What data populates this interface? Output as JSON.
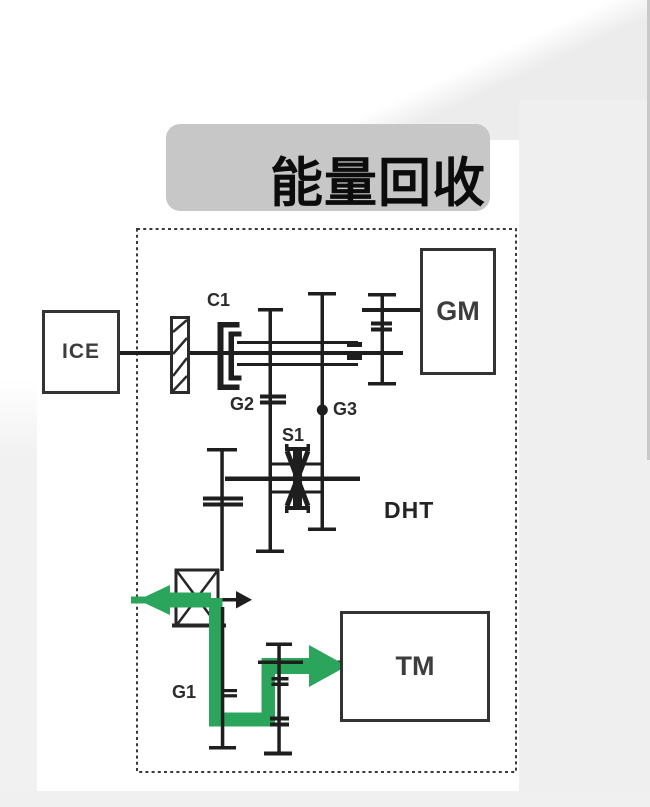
{
  "title": {
    "banner_label": "能量回收"
  },
  "diagram": {
    "unit_label": "DHT",
    "components": {
      "ice_label": "ICE",
      "gm_label": "GM",
      "tm_label": "TM",
      "clutch_label": "C1",
      "gear1_label": "G1",
      "gear2_label": "G2",
      "gear3_label": "G3",
      "synchronizer_label": "S1"
    },
    "colors": {
      "energy_flow_green": "#2ba55b",
      "line_black": "#1e1e1e",
      "banner_gray": "#c7c7c7"
    }
  }
}
